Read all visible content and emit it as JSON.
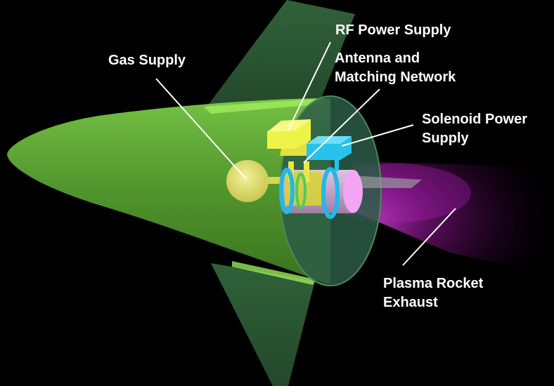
{
  "labels": {
    "gas_supply": "Gas Supply",
    "rf_power_supply": "RF Power Supply",
    "antenna_line1": "Antenna and",
    "antenna_line2": "Matching Network",
    "solenoid_line1": "Solenoid Power",
    "solenoid_line2": "Supply",
    "exhaust_line1": "Plasma Rocket",
    "exhaust_line2": "Exhaust"
  },
  "colors": {
    "background": "#000000",
    "hull": "#6fbf3a",
    "fin": "#4a8a5a",
    "rf_supply": "#e6f23a",
    "antenna": "#d8d838",
    "solenoid_supply": "#27c6ee",
    "gas_tank": "#e2e070",
    "engine_tube": "#c9a8c8",
    "exhaust": "#ff4dff",
    "leader_lines": "#ffffff"
  }
}
